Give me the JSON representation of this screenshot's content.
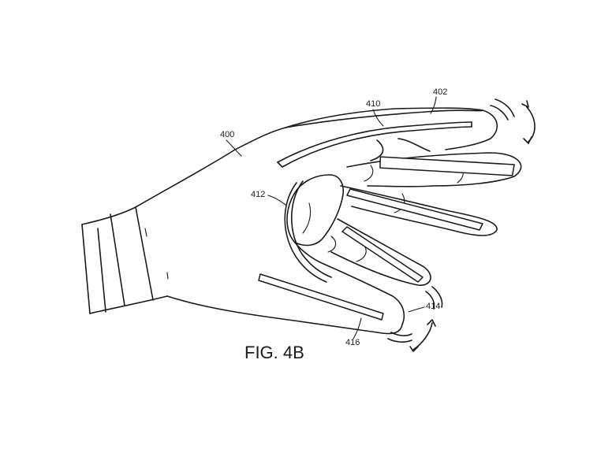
{
  "figure": {
    "caption": "FIG. 4B",
    "labels": {
      "glove": "400",
      "finger_index": "402",
      "strip_index": "410",
      "strip_thumb": "412",
      "thumb_motion": "414",
      "strip_thumb_tip": "416"
    }
  }
}
